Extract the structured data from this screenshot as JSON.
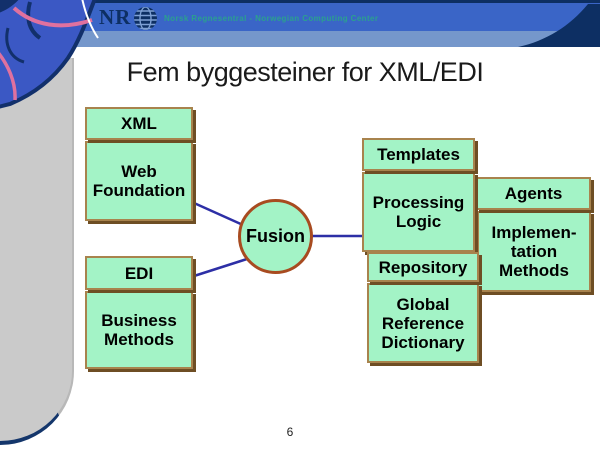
{
  "header": {
    "logo": "NR",
    "org": "Norsk Regnesentral - Norwegian Computing Center"
  },
  "title": "Fem byggesteiner for XML/EDI",
  "page_number": "6",
  "diagram": {
    "fusion": "Fusion",
    "xml": "XML",
    "web_foundation": "Web\nFoundation",
    "edi": "EDI",
    "business_methods": "Business\nMethods",
    "templates": "Templates",
    "processing_logic": "Processing\nLogic",
    "repository": "Repository",
    "global_reference_dictionary": "Global\nReference\nDictionary",
    "agents": "Agents",
    "implementation_methods": "Implemen-\ntation\nMethods"
  },
  "colors": {
    "box_fill": "#a3f3c6",
    "box_border": "#a8834d",
    "box_shadow": "#6e4e24",
    "circle_border": "#a84b20",
    "connector_blue": "#2d2fa6",
    "header_blue": "#3a65c7",
    "header_light_blue": "#7597cb",
    "navy": "#0d2f63",
    "accent_pink": "#e0719f",
    "org_text_teal": "#2ba08f",
    "gray_pill": "#cacaca"
  }
}
